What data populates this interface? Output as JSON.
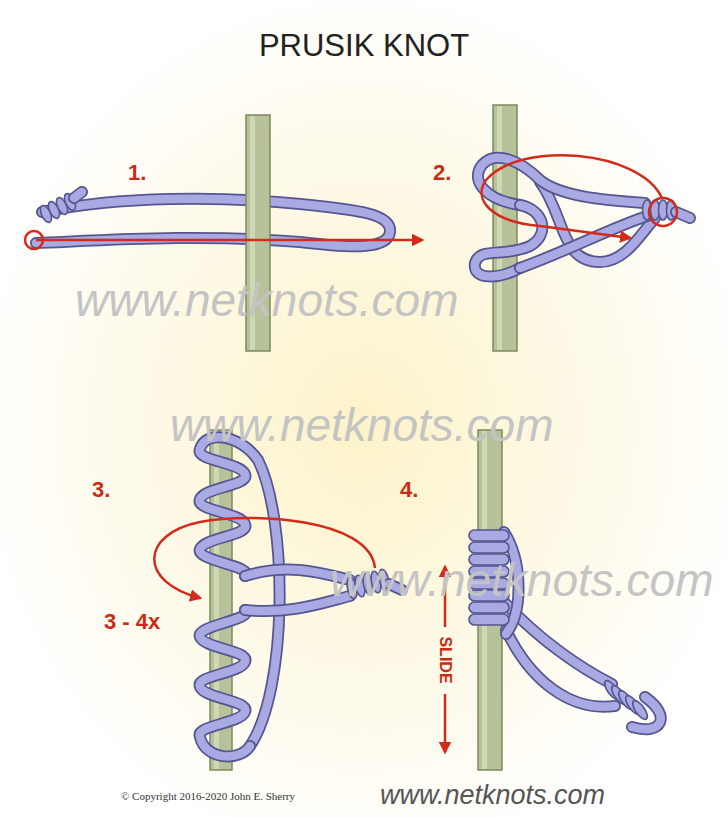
{
  "diagram": {
    "title": "PRUSIK KNOT",
    "labels": [
      "1.",
      "2.",
      "www.netknots.com",
      "www.netknots.com",
      "3.",
      "4.",
      "www.netknots.com",
      "3 - 4x",
      "SLIDE",
      "© Copyright 2016-2020 John E. Sherry",
      "www.netknots.com"
    ]
  }
}
